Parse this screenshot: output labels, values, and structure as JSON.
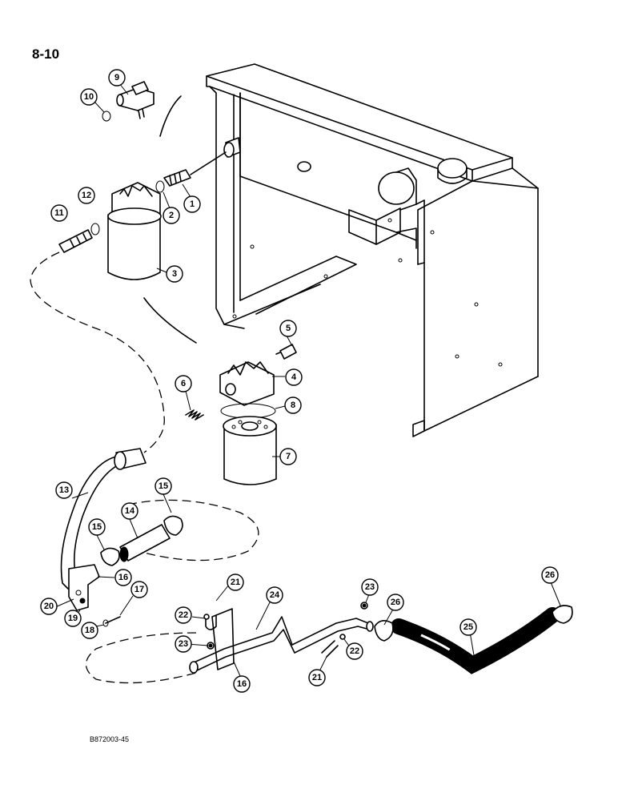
{
  "page_label": "8-10",
  "figure_code": "B872003-45",
  "callouts": {
    "c1": "1",
    "c2": "2",
    "c3": "3",
    "c4": "4",
    "c5": "5",
    "c6": "6",
    "c7": "7",
    "c8": "8",
    "c9": "9",
    "c10": "10",
    "c11": "11",
    "c12": "12",
    "c13": "13",
    "c14": "14",
    "c15a": "15",
    "c15b": "15",
    "c16a": "16",
    "c16b": "16",
    "c17": "17",
    "c18": "18",
    "c19": "19",
    "c20": "20",
    "c21a": "21",
    "c21b": "21",
    "c22a": "22",
    "c22b": "22",
    "c23a": "23",
    "c23b": "23",
    "c24": "24",
    "c25": "25",
    "c26a": "26",
    "c26b": "26"
  }
}
